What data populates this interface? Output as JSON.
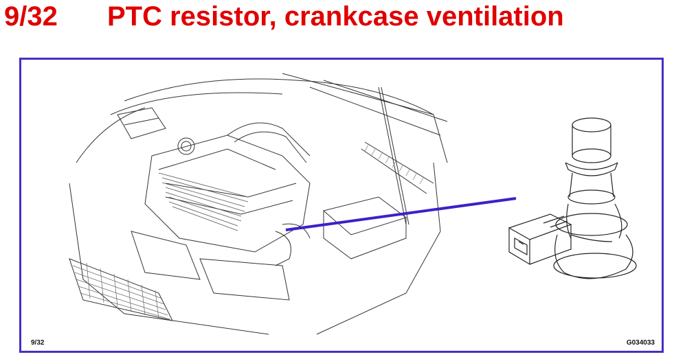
{
  "header": {
    "page_number": "9/32",
    "title": "PTC resistor, crankcase ventilation"
  },
  "figure": {
    "page_ref": "9/32",
    "figure_code": "G034033",
    "frame_color": "#4a2cc4",
    "pointer_color": "#3a22c8"
  },
  "colors": {
    "title": "#e00000"
  }
}
